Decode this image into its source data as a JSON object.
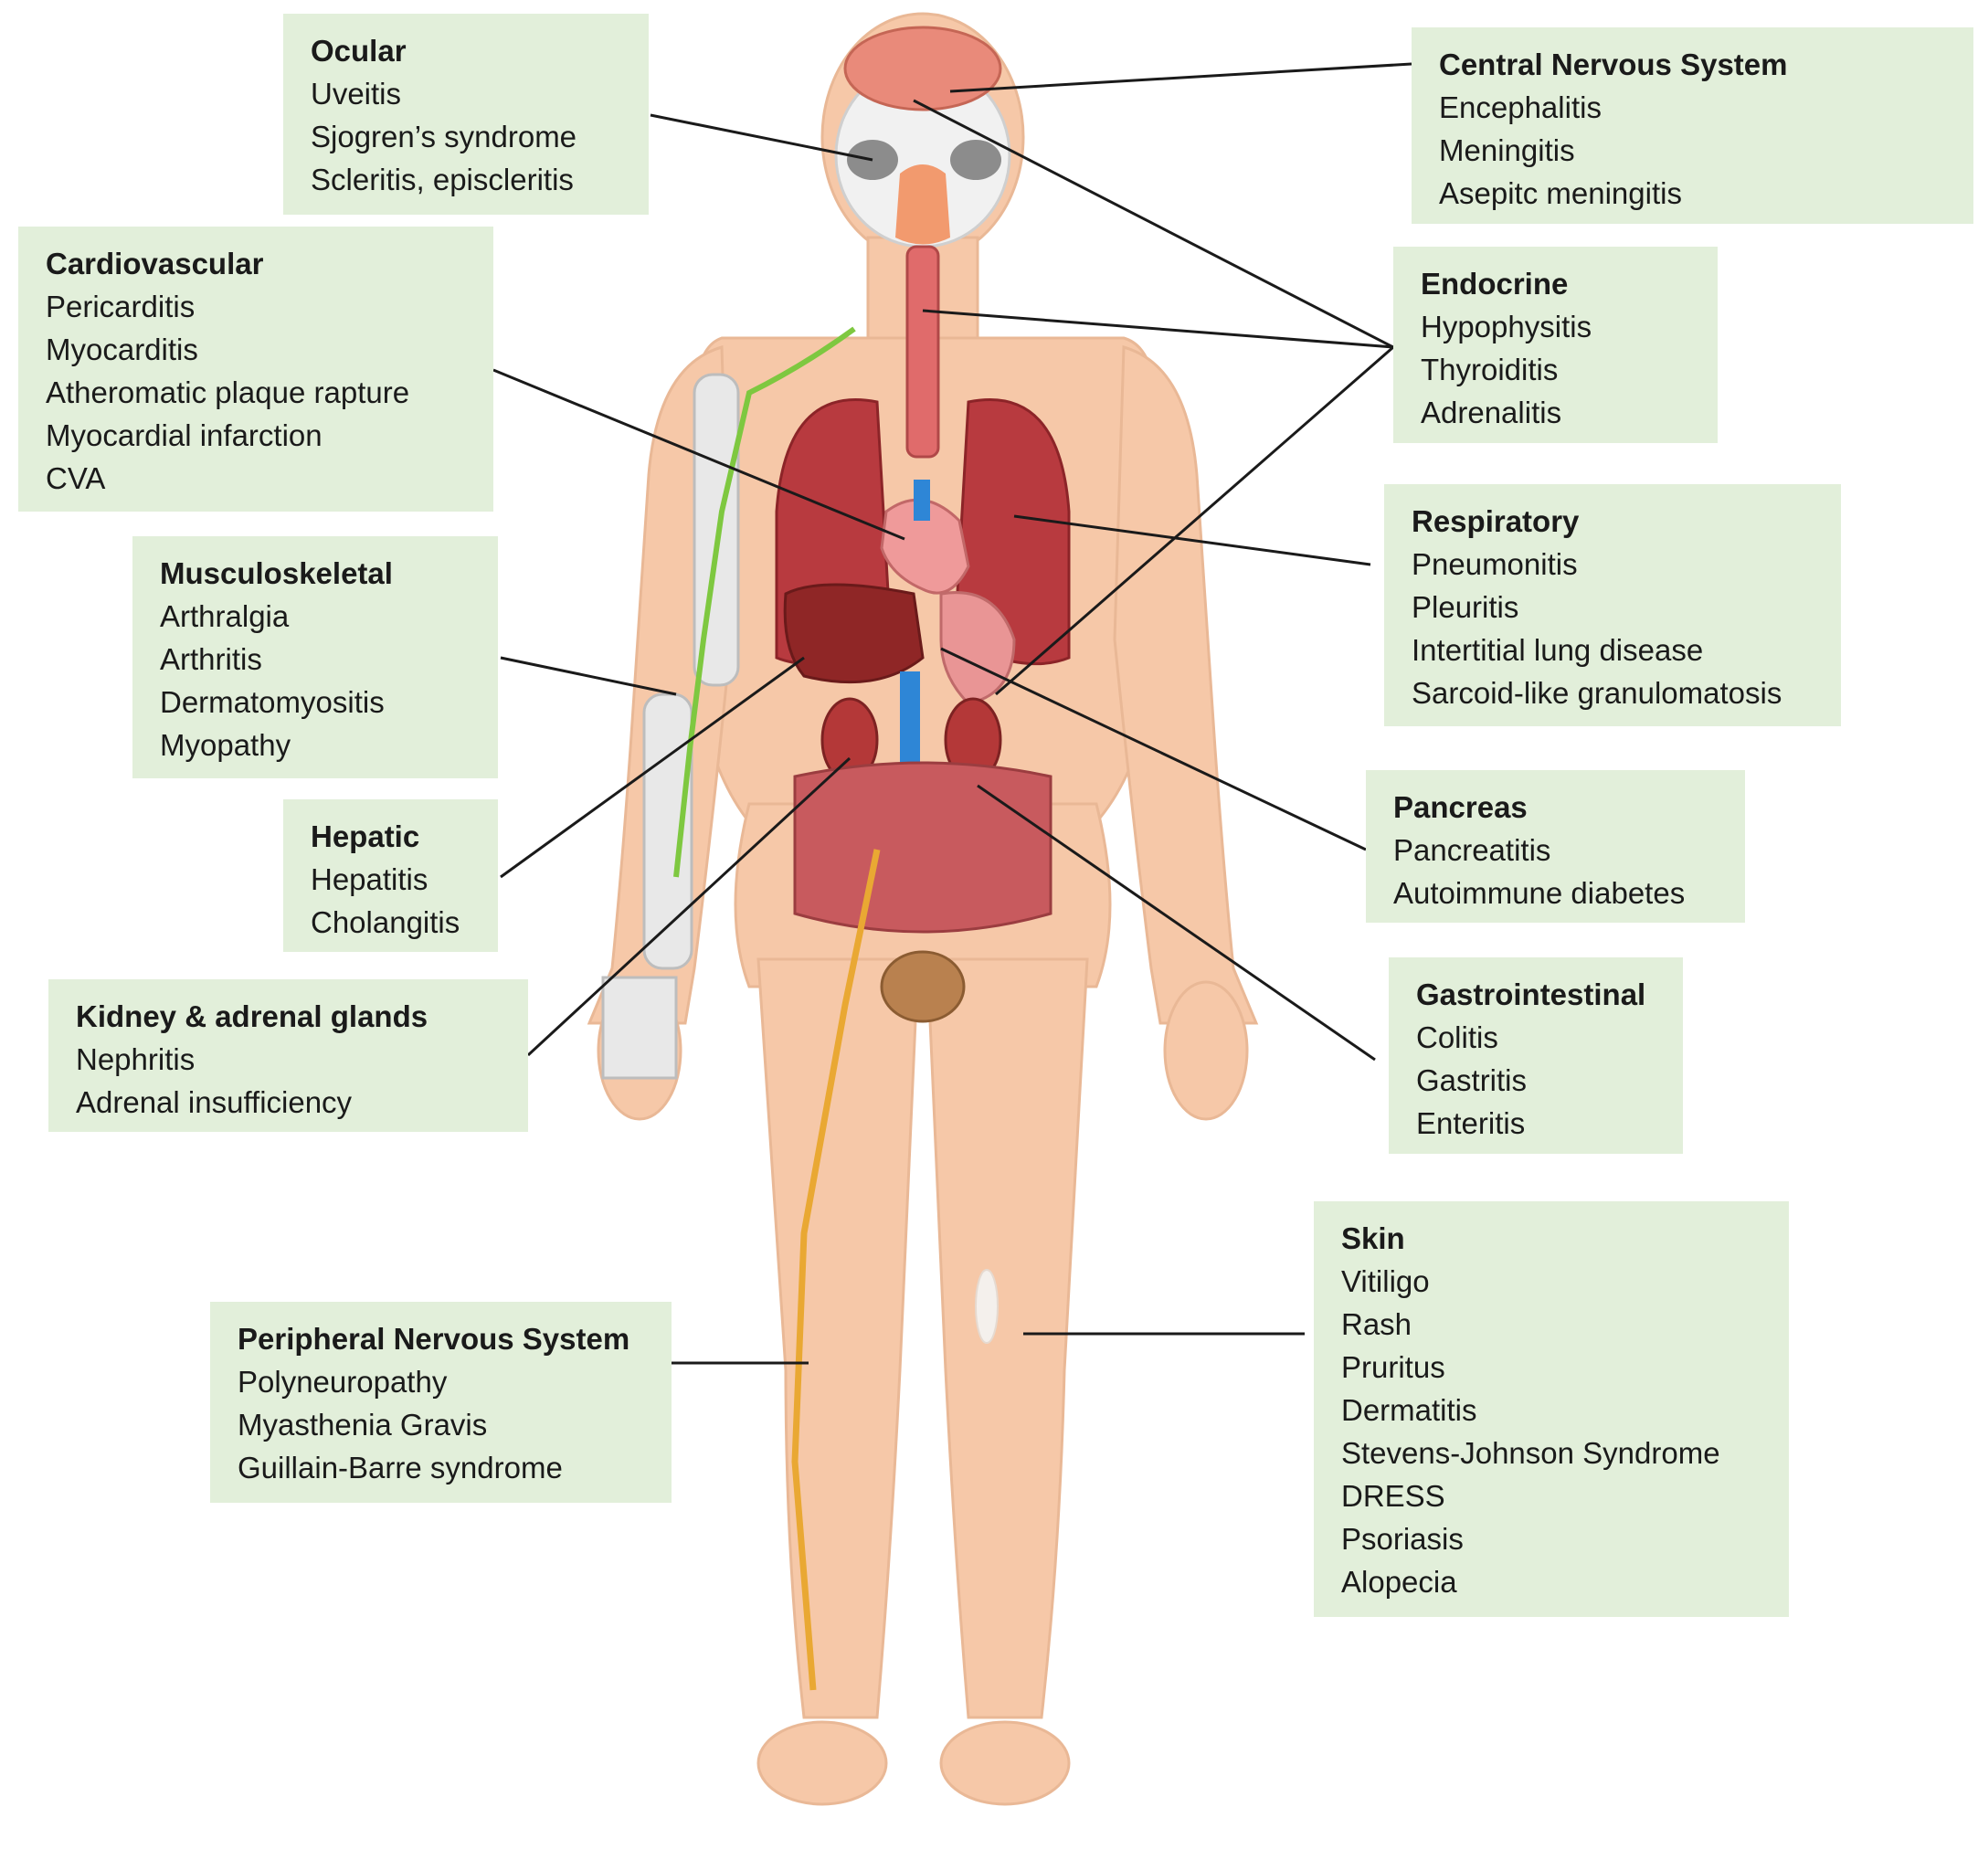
{
  "colors": {
    "box_fill": "#e2efda",
    "skin": "#f6c8a8",
    "lungs": "#b83a3f",
    "liver": "#8f2626",
    "intestine": "#c85a5e",
    "nerves": "#e9a833",
    "lymphatic": "#7ec840",
    "bone": "#e8e8e8",
    "vessels": "#2e86d6",
    "connector": "#1a1a1a"
  },
  "categories": [
    {
      "key": "ocular",
      "title": "Ocular",
      "items": [
        "Uveitis",
        "Sjogren’s syndrome",
        "Scleritis, episcleritis"
      ]
    },
    {
      "key": "cns",
      "title": "Central Nervous System",
      "items": [
        "Encephalitis",
        "Meningitis",
        "Asepitc meningitis"
      ]
    },
    {
      "key": "cardio",
      "title": "Cardiovascular",
      "items": [
        "Pericarditis",
        "Myocarditis",
        "Atheromatic  plaque rapture",
        "Myocardial infarction",
        "CVA"
      ]
    },
    {
      "key": "endocrine",
      "title": "Endocrine",
      "items": [
        "Hypophysitis",
        "Thyroiditis",
        "Adrenalitis"
      ]
    },
    {
      "key": "musculo",
      "title": "Musculoskeletal",
      "items": [
        "Arthralgia",
        "Arthritis",
        "Dermatomyositis",
        "Myopathy"
      ]
    },
    {
      "key": "respiratory",
      "title": "Respiratory",
      "items": [
        "Pneumonitis",
        "Pleuritis",
        "Intertitial lung disease",
        "Sarcoid-like granulomatosis"
      ]
    },
    {
      "key": "hepatic",
      "title": "Hepatic",
      "items": [
        "Hepatitis",
        "Cholangitis"
      ]
    },
    {
      "key": "pancreas",
      "title": "Pancreas",
      "items": [
        "Pancreatitis",
        "Autoimmune  diabetes"
      ]
    },
    {
      "key": "kidney",
      "title": "Kidney & adrenal glands",
      "items": [
        "Nephritis",
        "Adrenal insufficiency"
      ]
    },
    {
      "key": "gi",
      "title": "Gastrointestinal",
      "items": [
        "Colitis",
        "Gastritis",
        "Enteritis"
      ]
    },
    {
      "key": "skin",
      "title": "Skin",
      "items": [
        "Vitiligo",
        "Rash",
        "Pruritus",
        "Dermatitis",
        "Stevens-Johnson  Syndrome",
        "DRESS",
        "Psoriasis",
        "Alopecia"
      ]
    },
    {
      "key": "pns",
      "title": "Peripheral Nervous System",
      "items": [
        "Polyneuropathy",
        "Myasthenia Gravis",
        "Guillain-Barre syndrome"
      ]
    }
  ]
}
